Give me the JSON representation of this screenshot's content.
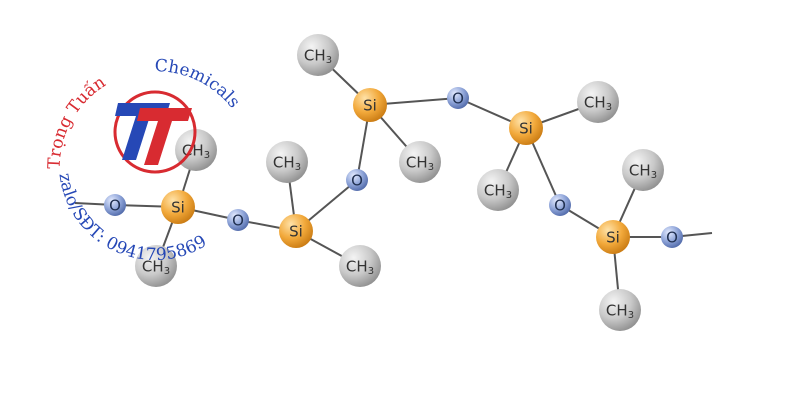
{
  "labels": {
    "ch3_main": "CH",
    "ch3_sub": "3",
    "si": "Si",
    "o": "O"
  },
  "watermark": {
    "arc_red": "Trọng Tuấn",
    "arc_blue_top": "Chemicals",
    "arc_blue_bottom": "zalo/SĐT: 0941795869",
    "logo_letters": "TT"
  },
  "colors": {
    "silicon": "#f2a93b",
    "oxygen": "#8ea4d8",
    "methyl": "#c8c8c8",
    "bond": "#555555",
    "watermark_red": "#d62027",
    "watermark_blue": "#1b3fb3"
  }
}
